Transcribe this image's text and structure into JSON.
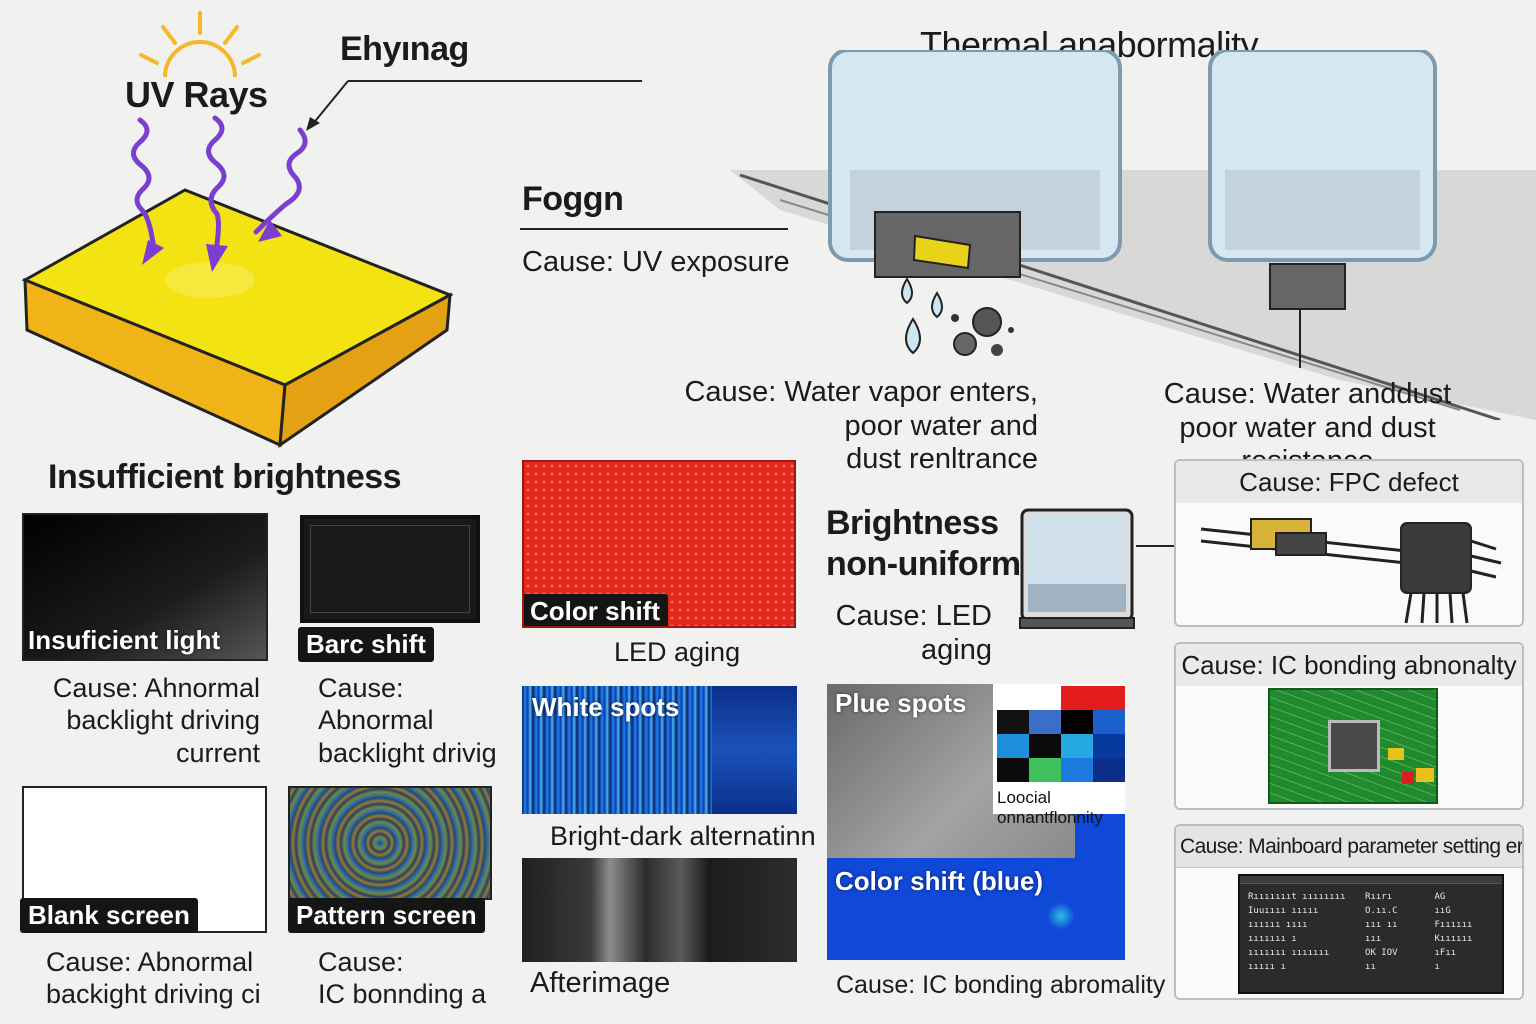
{
  "colors": {
    "ui_purple": "#7a3fd0",
    "panel_yellow": "#f2d90b",
    "red_screen": "#e42a1f",
    "blue_screen": "#0a3bd6",
    "pcb_green": "#1f8a2e",
    "sun": "#f5b82a"
  },
  "icons": {
    "sun": "sun-icon",
    "arrows": "uv-arrow-icon",
    "drops": "water-drop-icon",
    "dust": "dust-icon",
    "chip": "chip-icon"
  },
  "top": {
    "uv_label": "UV Rays",
    "yellowing_label": "Ehyınag",
    "thermal_title": "Thermal anabormality",
    "fogging_title": "Foggn",
    "fogging_cause": "Cause: UV exposure",
    "water_cause_left": [
      "Cause: Water vapor enters,",
      "poor water and",
      "dust renltrance"
    ],
    "water_cause_right": [
      "Cause: Water anddust",
      "poor water and dust resistance"
    ]
  },
  "brightness": {
    "title": "Insufficient brightness",
    "tiles": [
      {
        "label": "Insuficient light",
        "cause": [
          "Cause: Ahnormal",
          "backlight driving",
          "current"
        ]
      },
      {
        "label": "Barc shift",
        "cause": [
          "Cause:",
          "Abnormal",
          "backlight drivig"
        ]
      },
      {
        "label": "Blank screen",
        "cause": [
          "Cause: Abnormal",
          "backight driving ci"
        ]
      },
      {
        "label": "Pattern screen",
        "cause": [
          "Cause:",
          "IC bonnding a"
        ]
      }
    ]
  },
  "middle": {
    "color_shift_label": "Color shift",
    "color_shift_cause": "LED aging",
    "white_spots_label": "White spots",
    "white_spots_caption": "Bright-dark alternatinn",
    "afterimage_label": "Afterimage",
    "nonuni_title": [
      "Brightness",
      "non-uniformmity"
    ],
    "nonuni_cause": [
      "Cause: LED",
      "aging"
    ],
    "plue_spots_label": "Plue spots",
    "local_label": "Loocial onnantflonnity",
    "blue_shift_label": "Color shift (blue)",
    "blue_cause": "Cause: IC bonding abromality"
  },
  "right": {
    "fpc_cause": "Cause: FPC defect",
    "ic_cause": "Cause: IC bonding abnonalty",
    "mainboard_cause": "Cause: Mainboard parameter setting error",
    "terminal_rows": [
      [
        "Rıııııııt ıııııııı",
        "Rıırı",
        "AG"
      ],
      [
        "Iuuıııı ııııı",
        "O.ıı.C",
        "ııG"
      ],
      [
        "ıııııı ıııı",
        "ııı ıı",
        "Fıııııı"
      ],
      [
        "ııııııı ı",
        "ııı",
        "Kıııııı"
      ],
      [
        "ııııııı ııııııı",
        "OK IOV",
        "ıFıı"
      ],
      [
        "ııııı ı",
        "ıı",
        "ı"
      ]
    ]
  }
}
